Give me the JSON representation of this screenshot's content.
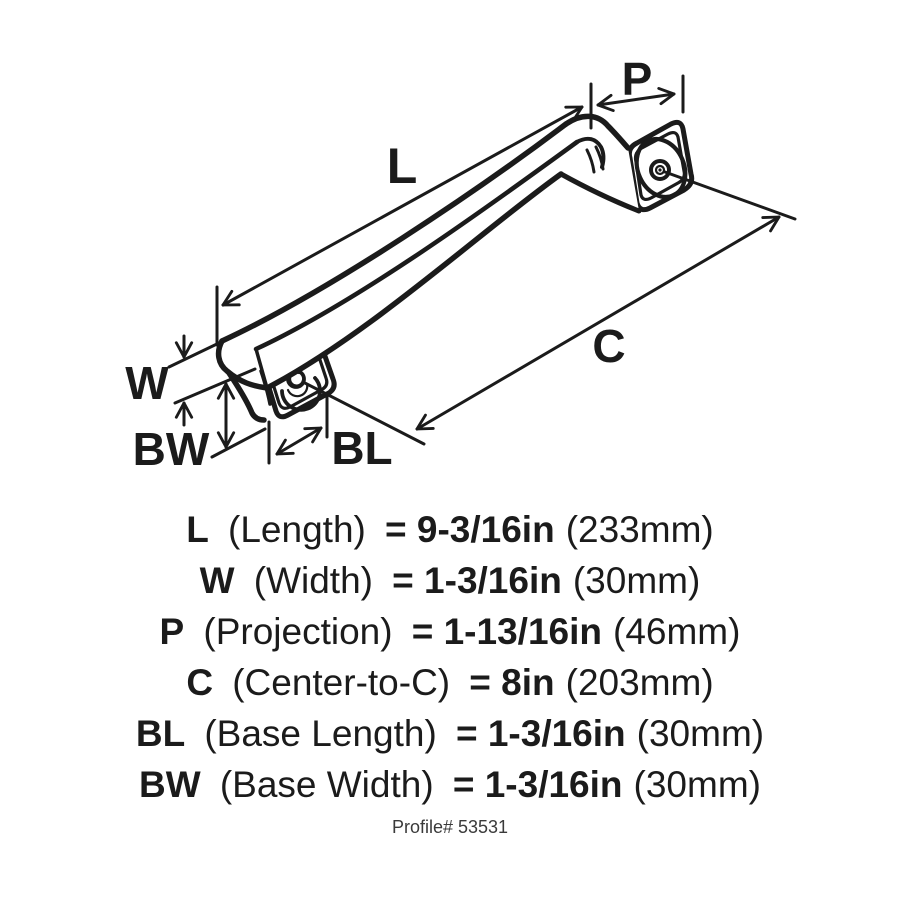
{
  "diagram": {
    "dim_labels": {
      "L": "L",
      "W": "W",
      "P": "P",
      "C": "C",
      "BL": "BL",
      "BW": "BW"
    }
  },
  "specs": [
    {
      "abbr": "L",
      "name": "(Length)",
      "eq_value": "= 9-3/16in",
      "metric": "(233mm)"
    },
    {
      "abbr": "W",
      "name": "(Width)",
      "eq_value": "= 1-3/16in",
      "metric": "(30mm)"
    },
    {
      "abbr": "P",
      "name": "(Projection)",
      "eq_value": "= 1-13/16in",
      "metric": "(46mm)"
    },
    {
      "abbr": "C",
      "name": "(Center-to-C)",
      "eq_value": "= 8in",
      "metric": "(203mm)"
    },
    {
      "abbr": "BL",
      "name": "(Base Length)",
      "eq_value": "= 1-3/16in",
      "metric": "(30mm)"
    },
    {
      "abbr": "BW",
      "name": "(Base Width)",
      "eq_value": "= 1-3/16in",
      "metric": "(30mm)"
    }
  ],
  "footer": {
    "profile_label": "Profile# 53531"
  },
  "colors": {
    "ink": "#1b1b1b",
    "background": "#ffffff"
  }
}
